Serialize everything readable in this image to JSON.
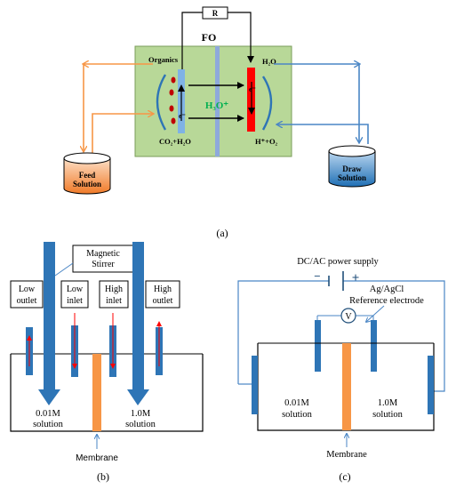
{
  "panel_a": {
    "caption": "(a)",
    "resistor": "R",
    "fo": "FO",
    "organics": "Organics",
    "h2o_top": "H₂O",
    "h3o": "H₃O⁺",
    "electron": "e⁻",
    "co2": "CO₂+H₂O",
    "h_o2": "H⁺+O₂",
    "feed_line1": "Feed",
    "feed_line2": "Solution",
    "draw_line1": "Draw",
    "draw_line2": "Solution"
  },
  "panel_b": {
    "caption": "(b)",
    "stirrer_line1": "Magnetic",
    "stirrer_line2": "Stirrer",
    "low_outlet_1": "Low",
    "low_outlet_2": "outlet",
    "low_inlet_1": "Low",
    "low_inlet_2": "inlet",
    "high_inlet_1": "High",
    "high_inlet_2": "inlet",
    "high_outlet_1": "High",
    "high_outlet_2": "outlet",
    "left_sol_1": "0.01M",
    "left_sol_2": "solution",
    "right_sol_1": "1.0M",
    "right_sol_2": "solution",
    "membrane": "Membrane"
  },
  "panel_c": {
    "caption": "(c)",
    "power": "DC/AC power supply",
    "minus": "−",
    "plus": "+",
    "ref_1": "Ag/AgCl",
    "ref_2": "Reference electrode",
    "voltmeter": "V",
    "left_sol_1": "0.01M",
    "left_sol_2": "solution",
    "right_sol_1": "1.0M",
    "right_sol_2": "solution",
    "membrane": "Membrane"
  },
  "colors": {
    "orange": "#f79646",
    "blue": "#4a86c5",
    "green_fill": "#b8d898",
    "membrane_orange": "#f79646",
    "electrode_blue": "#2e75b6",
    "anode": "#7fb2e5",
    "cathode": "#ff0000",
    "h3o_green": "#00b050"
  }
}
